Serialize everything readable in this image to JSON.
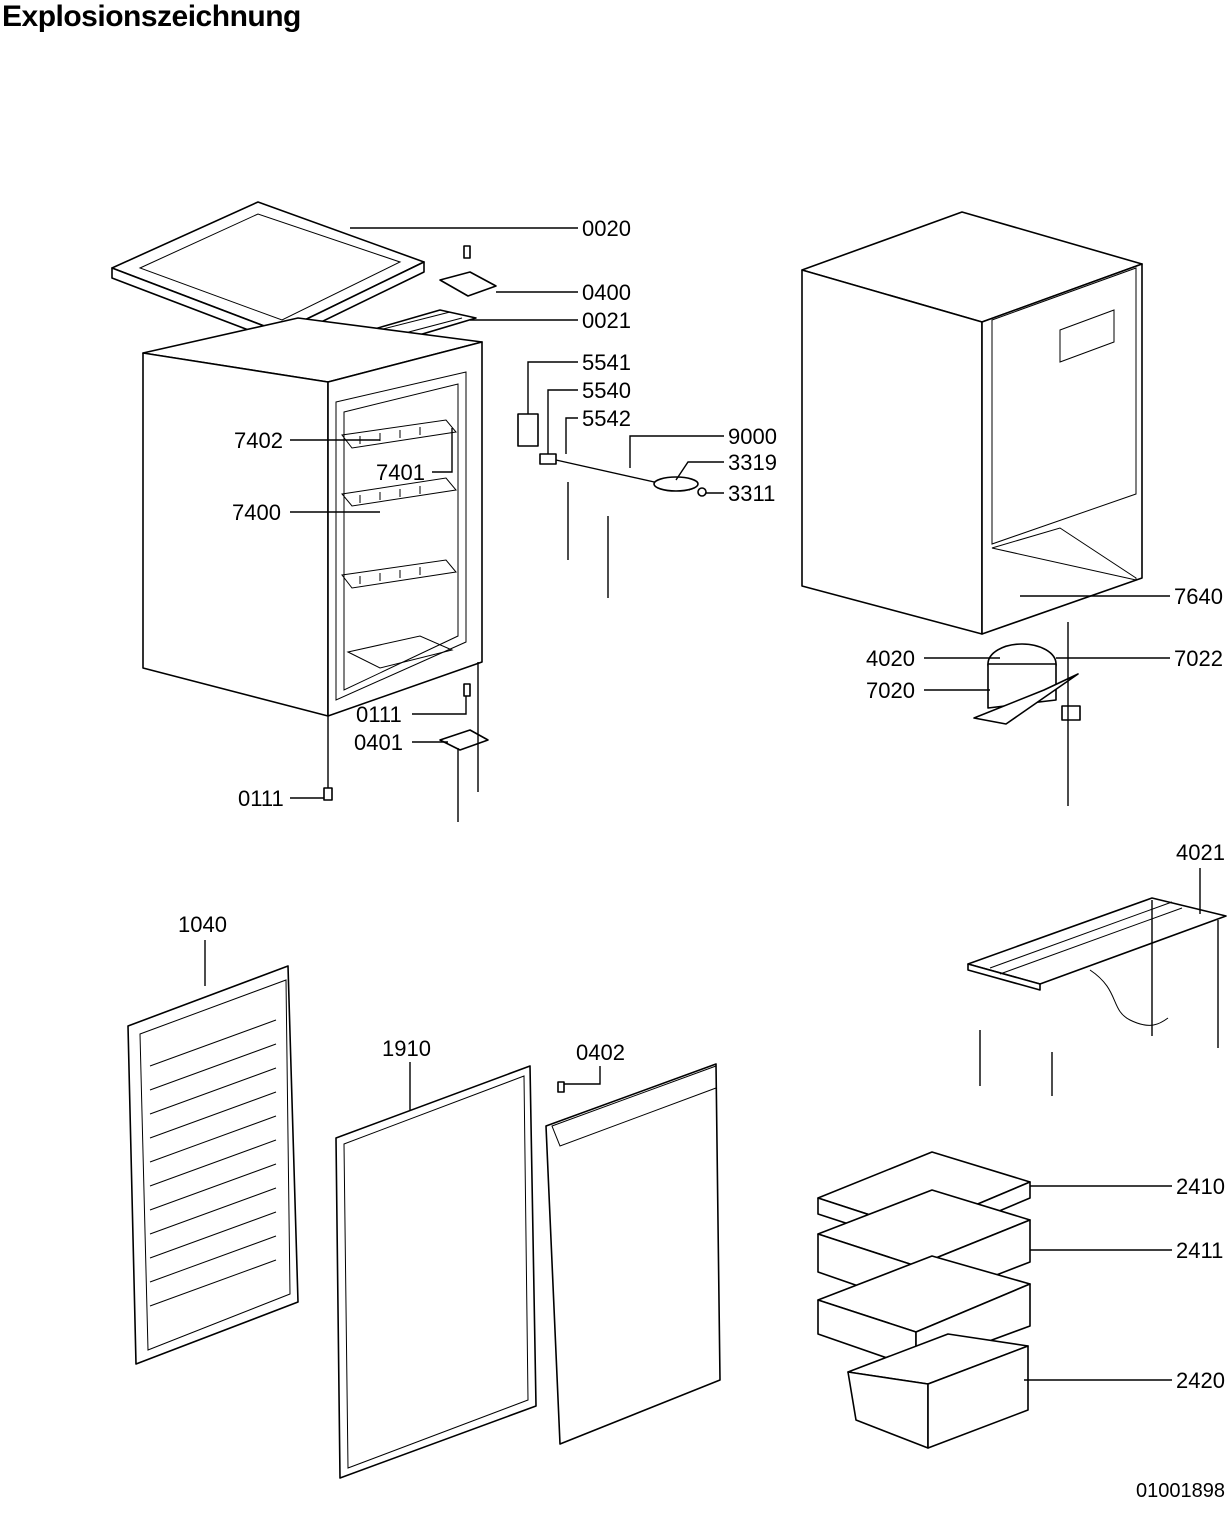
{
  "title": "Explosionszeichnung",
  "document_id": "01001898",
  "part_numbers": {
    "p0020": "0020",
    "p0400": "0400",
    "p0021": "0021",
    "p5541": "5541",
    "p5540": "5540",
    "p5542": "5542",
    "p9000": "9000",
    "p3319": "3319",
    "p3311": "3311",
    "p7402": "7402",
    "p7401": "7401",
    "p7400": "7400",
    "p0111a": "0111",
    "p0401": "0401",
    "p0111b": "0111",
    "p7640": "7640",
    "p4020": "4020",
    "p7022": "7022",
    "p7020": "7020",
    "p4021": "4021",
    "p1040": "1040",
    "p1910": "1910",
    "p0402": "0402",
    "p2410": "2410",
    "p2411": "2411",
    "p2420": "2420"
  }
}
